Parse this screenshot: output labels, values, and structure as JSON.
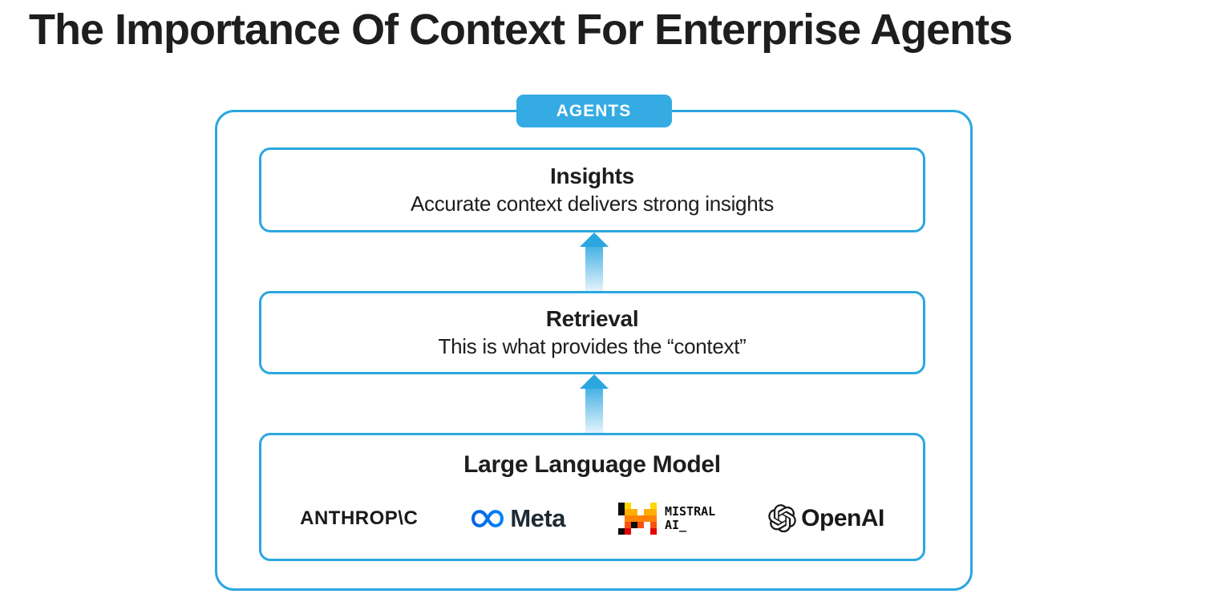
{
  "title": "The Importance Of Context For Enterprise Agents",
  "diagram": {
    "badge_label": "AGENTS",
    "insights": {
      "heading": "Insights",
      "body": "Accurate context delivers strong insights"
    },
    "retrieval": {
      "heading": "Retrieval",
      "body": "This is what provides the “context”"
    },
    "llm": {
      "heading": "Large Language Model"
    },
    "logos": {
      "anthropic": "ANTHROP\\C",
      "meta": "Meta",
      "mistral_line1": "MISTRAL",
      "mistral_line2": "AI_",
      "openai": "OpenAI"
    }
  },
  "icons": [
    "up-arrow-icon",
    "up-arrow-icon",
    "meta-infinity-icon",
    "mistral-pixel-m-icon",
    "openai-knot-icon"
  ],
  "colors": {
    "accent": "#2BA7E0",
    "badge_bg": "#34ABE3",
    "title_text": "#1E1E1E",
    "box_text": "#1D1D1D",
    "arrow_top": "#49B2E4",
    "arrow_bottom": "#E6F5FC",
    "meta_text": "#1C2B33",
    "meta_blue_start": "#0064E0",
    "meta_blue_end": "#0082FB",
    "anthropic_text": "#1A1A18",
    "openai_black": "#191919",
    "mistral_black": "#0B0B0B",
    "mistral_yellow": "#FFD800",
    "mistral_orange": "#FFAF00",
    "mistral_orange_deep": "#FF8205",
    "mistral_vermilion": "#FA500F",
    "mistral_red": "#E10500"
  }
}
